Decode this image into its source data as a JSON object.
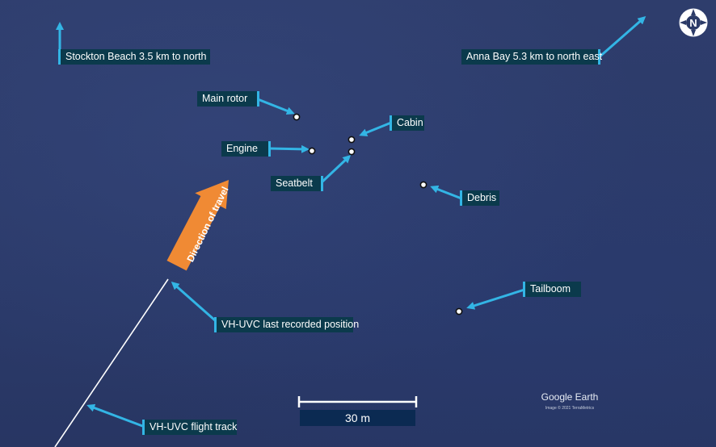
{
  "labels": {
    "stockton": "Stockton Beach 3.5 km to north",
    "anna_bay": "Anna Bay 5.3 km to north east",
    "main_rotor": "Main rotor",
    "cabin": "Cabin",
    "engine": "Engine",
    "seatbelt": "Seatbelt",
    "debris": "Debris",
    "tailboom": "Tailboom",
    "last_position": "VH-UVC last recorded position",
    "flight_track": "VH-UVC flight track",
    "direction": "Direction of travel"
  },
  "scale": {
    "label": "30 m"
  },
  "compass": {
    "letter": "N"
  },
  "branding": {
    "logo": "Google Earth",
    "credit": "Image © 2021 TerraMetrics"
  },
  "colors": {
    "sea": "#2c3b6a",
    "label_bg": "#0b3a4c",
    "arrow": "#33b5e5",
    "direction_arrow": "#f08a34",
    "track": "#ffffff"
  },
  "icons": [
    "north-compass-icon",
    "wreckage-marker-icon",
    "direction-arrow-icon"
  ]
}
